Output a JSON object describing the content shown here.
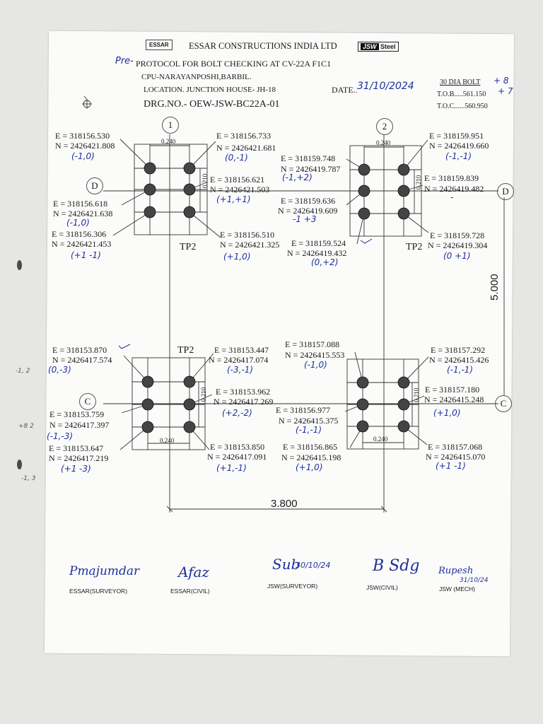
{
  "header": {
    "company": "ESSAR CONSTRUCTIONS INDIA LTD",
    "essar_logo": "ESSAR",
    "jsw_logo_mark": "JSW",
    "jsw_logo_word": "Steel",
    "protocol_prefix_handwritten": "Pre-",
    "protocol": "PROTOCOL FOR BOLT CHECKING AT CV-22A F1C1",
    "cpu": "CPU-NARAYANPOSHI,BARBIL.",
    "location": "LOCATION. JUNCTION HOUSE- JH-18",
    "date_label": "DATE..",
    "date_value": "31/10/2024",
    "drg": "DRG.NO.- OEW-JSW-BC22A-01",
    "bolt_info": "30 DIA BOLT",
    "bolt_note": "+ 8",
    "tob": "T.O.B.....561.150",
    "tob_note": "+ 7",
    "toc": "T.O.C......560.950"
  },
  "grid": {
    "bubble_1": "1",
    "bubble_2": "2",
    "bubble_D": "D",
    "bubble_D_right": "D",
    "bubble_C": "C",
    "bubble_C_right": "C",
    "dim_vertical": "5.000",
    "dim_horizontal": "3.800",
    "tp_labels": [
      "TP2",
      "TP2",
      "TP2"
    ],
    "plate_dim_240": "0.240",
    "plate_dim_210": "0.210"
  },
  "points": {
    "tl_tl": {
      "e": "E = 318156.530",
      "n": "N = 2426421.808",
      "dev": "(-1,0)"
    },
    "tl_tr": {
      "e": "E = 318156.733",
      "n": "N = 2426421.681",
      "dev": "(0,-1)"
    },
    "tl_mr": {
      "e": "E = 318156.621",
      "n": "N = 2426421.503",
      "dev": "(+1,+1)"
    },
    "tl_ml": {
      "e": "E = 318156.618",
      "n": "N = 2426421.638",
      "dev": "(-1,0)"
    },
    "tl_bl": {
      "e": "E = 318156.306",
      "n": "N = 2426421.453",
      "dev": "(+1 -1)"
    },
    "tl_br": {
      "e": "E = 318156.510",
      "n": "N = 2426421.325",
      "dev": "(+1,0)"
    },
    "tr_tl": {
      "e": "E = 318159.748",
      "n": "N = 2426419.787",
      "dev": "(-1,+2)"
    },
    "tr_tr": {
      "e": "E = 318159.951",
      "n": "N = 2426419.660",
      "dev": "(-1,-1)"
    },
    "tr_mr": {
      "e": "E = 318159.839",
      "n": "N = 2426419.482",
      "dev": "-"
    },
    "tr_ml": {
      "e": "E = 318159.636",
      "n": "N = 2426419.609",
      "dev": "-1 +3"
    },
    "tr_bl": {
      "e": "E = 318159.524",
      "n": "N = 2426419.432",
      "dev": "(0,+2)"
    },
    "tr_br": {
      "e": "E = 318159.728",
      "n": "N = 2426419.304",
      "dev": "(0 +1)"
    },
    "bl_tl": {
      "e": "E = 318153.870",
      "n": "N = 2426417.574",
      "dev": "(0,-3)"
    },
    "bl_tr": {
      "e": "E = 318153.447",
      "n": "N = 2426417.074",
      "dev": "(-3,-1)"
    },
    "bl_mr": {
      "e": "E = 318153.962",
      "n": "N = 2426417.269",
      "dev": "(+2,-2)"
    },
    "bl_ml": {
      "e": "E = 318153.759",
      "n": "N = 2426417.397",
      "dev": "(-1,-3)"
    },
    "bl_bl": {
      "e": "E = 318153.647",
      "n": "N = 2426417.219",
      "dev": "(+1 -3)"
    },
    "bl_br": {
      "e": "E = 318153.850",
      "n": "N = 2426417.091",
      "dev": "(+1,-1)"
    },
    "br_tl": {
      "e": "E = 318157.088",
      "n": "N = 2426415.553",
      "dev": "(-1,0)"
    },
    "br_tr": {
      "e": "E = 318157.292",
      "n": "N = 2426415.426",
      "dev": "(-1,-1)"
    },
    "br_mr": {
      "e": "E = 318157.180",
      "n": "N = 2426415.248",
      "dev": "(+1,0)"
    },
    "br_ml": {
      "e": "E = 318156.977",
      "n": "N = 2426415.375",
      "dev": "(-1,-1)"
    },
    "br_bl": {
      "e": "E = 318156.865",
      "n": "N = 2426415.198",
      "dev": "(+1,0)"
    },
    "br_br": {
      "e": "E = 318157.068",
      "n": "N = 2426415.070",
      "dev": "(+1 -1)"
    }
  },
  "margin_notes": [
    "-1, 2",
    "+8 2",
    "-1, 3"
  ],
  "signatures": {
    "s1_sign": "Pmajumdar",
    "s1_role": "ESSAR(SURVEYOR)",
    "s2_sign": "Afaz",
    "s2_role": "ESSAR(CIVIL)",
    "s3_sign": "Sub",
    "s3_date": "30/10/24",
    "s3_role": "JSW(SURVEYOR)",
    "s4_sign": "B Sdg",
    "s4_role": "JSW(CIVIL)",
    "s5_sign": "Rupesh",
    "s5_date": "31/10/24",
    "s5_role": "JSW (MECH)"
  }
}
